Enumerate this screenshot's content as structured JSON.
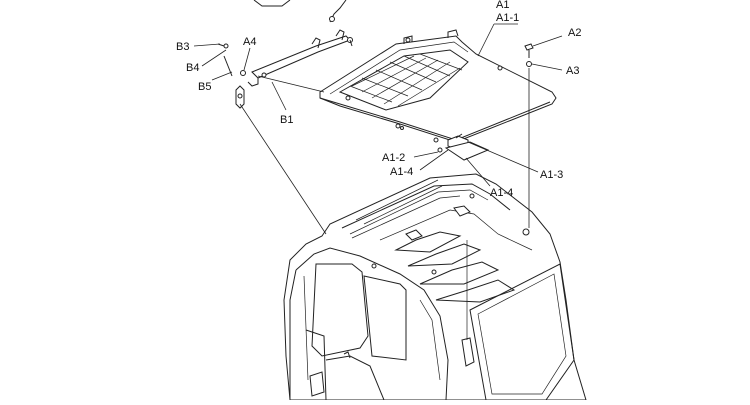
{
  "diagram": {
    "labels": {
      "a1": "A1",
      "a1_1": "A1-1",
      "a2": "A2",
      "a3": "A3",
      "a4": "A4",
      "b1": "B1",
      "b3": "B3",
      "b4": "B4",
      "b5": "B5",
      "a1_2": "A1-2",
      "a1_4_left": "A1-4",
      "a1_3": "A1-3",
      "a1_4_bottom": "A1-4"
    }
  }
}
